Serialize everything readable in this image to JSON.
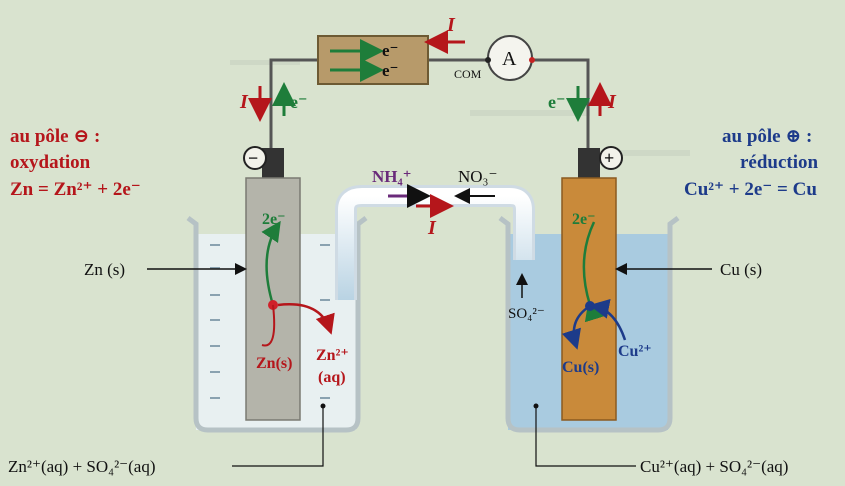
{
  "colors": {
    "background": "#d9e3cf",
    "red_label": "#b5161b",
    "electron_arrow": "#1e7d3a",
    "blue_label": "#1d3b8a",
    "zinc_electrode": "#b4b4aa",
    "copper_electrode": "#c98a3a",
    "solution_left": "#e8f0f1",
    "solution_right": "#a9cbe0"
  },
  "top": {
    "current_I_top": "I",
    "electron_box_label_1": "e⁻",
    "electron_box_label_2": "e⁻",
    "ammeter_label": "A",
    "com_label": "COM",
    "left_I": "I",
    "left_e": "e⁻",
    "right_e": "e⁻",
    "right_I": "I"
  },
  "left": {
    "pole_title": "au pôle ⊖ :",
    "process": "oxydation",
    "equation": "Zn = Zn²⁺ + 2e⁻",
    "sign": "−",
    "electrode_label": "Zn (s)",
    "electron_label": "2e⁻",
    "atom_label": "Zn(s)",
    "ion_label": "Zn²⁺",
    "ion_state": "(aq)",
    "solution_label": "Zn²⁺(aq) + SO₄²⁻(aq)"
  },
  "bridge": {
    "cation": "NH₄⁺",
    "anion": "NO₃⁻",
    "current": "I"
  },
  "right": {
    "pole_title": "au pôle ⊕ :",
    "process": "réduction",
    "equation": "Cu²⁺ + 2e⁻ = Cu",
    "sign": "+",
    "electrode_label": "Cu (s)",
    "electron_label": "2e⁻",
    "atom_label": "Cu(s)",
    "ion_label": "Cu²⁺",
    "sulfate_label": "SO₄²⁻",
    "solution_label": "Cu²⁺(aq) + SO₄²⁻(aq)"
  }
}
